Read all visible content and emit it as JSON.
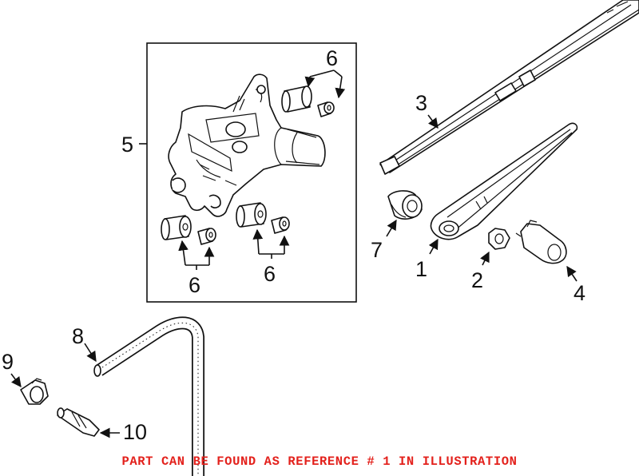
{
  "callouts": {
    "c1": "1",
    "c2": "2",
    "c3": "3",
    "c4": "4",
    "c5": "5",
    "c6a": "6",
    "c6b": "6",
    "c6c": "6",
    "c7": "7",
    "c8": "8",
    "c9": "9",
    "c10": "10"
  },
  "caption": "PART CAN BE FOUND AS REFERENCE # 1 IN ILLUSTRATION",
  "colors": {
    "line": "#111111",
    "caption": "#e3211c",
    "background": "#ffffff"
  }
}
